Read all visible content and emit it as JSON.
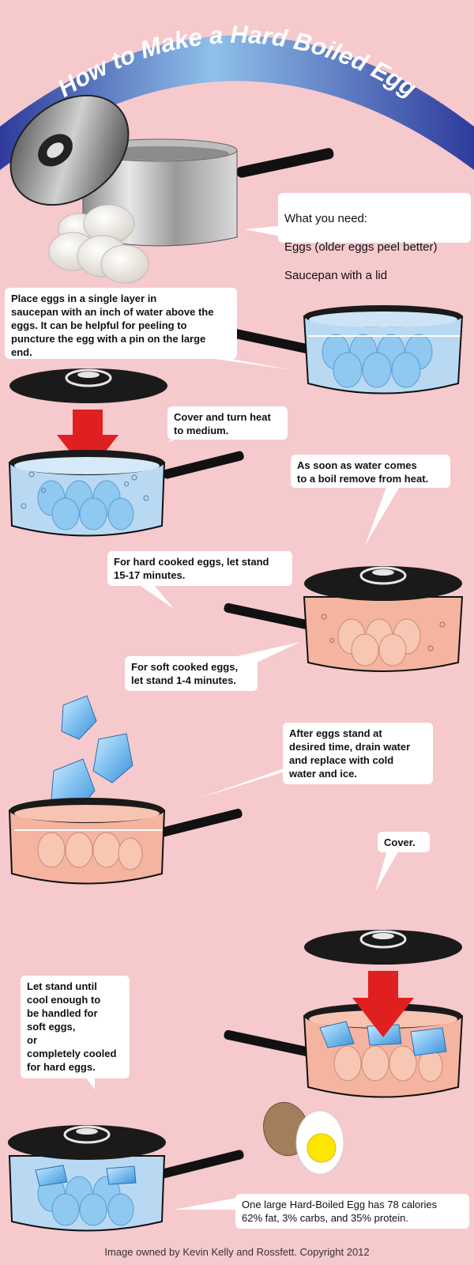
{
  "title": "How to Make a Hard Boiled Egg",
  "steps": {
    "need": {
      "lines": [
        "What you need:",
        "Eggs (older eggs peel better)",
        "Saucepan with a lid"
      ]
    },
    "place": {
      "text": "Place eggs in a single layer in\nsaucepan with an inch of water above the\neggs. It can be helpful for peeling to\npuncture the egg with a pin on the large\nend."
    },
    "cover_heat": {
      "text": "Cover and turn heat\nto medium."
    },
    "boil_remove": {
      "text": "As soon as water comes\nto a boil remove from heat."
    },
    "hard_stand": {
      "text": "For hard cooked eggs, let stand\n15-17 minutes."
    },
    "soft_stand": {
      "text": "For soft cooked eggs,\nlet stand 1-4 minutes."
    },
    "drain": {
      "text": "After eggs stand at\ndesired time, drain water\nand replace with cold\nwater and ice."
    },
    "cover2": {
      "text": "Cover."
    },
    "cool": {
      "text": "Let stand until\ncool enough to\nbe handled for\nsoft eggs,\nor\ncompletely cooled\nfor hard eggs."
    },
    "nutrition": {
      "text": "One large Hard-Boiled Egg has 78 calories\n62% fat, 3% carbs, and 35% protein."
    }
  },
  "footer": "Image owned by Kevin Kelly and Rossfett. Copyright 2012",
  "colors": {
    "background": "#f6c9cd",
    "banner_dark": "#3a47a8",
    "banner_light": "#8fb8e6",
    "cold_water": "#b9d9f3",
    "hot_water": "#f5b4a0",
    "arrow_red": "#e02020",
    "lid_black": "#1a1a1a"
  }
}
